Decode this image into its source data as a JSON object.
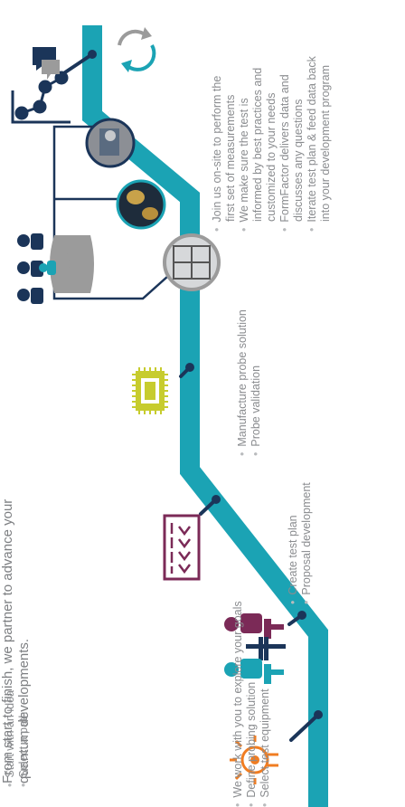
{
  "intro": {
    "line1": "From start to finish, we partner to advance your",
    "line2": "quantum developments."
  },
  "colors": {
    "road": "#1ba3b4",
    "navy": "#1b3559",
    "plum": "#7b2a57",
    "olive": "#c7cc2e",
    "orange": "#f07d22",
    "gray": "#9b9b9b",
    "teal_icon": "#1ba3b4"
  },
  "stages": [
    {
      "icon": "idea-bulb-icon",
      "bullets": [
        "Start with an idea",
        "Select a path"
      ]
    },
    {
      "icon": "people-collaborating-icon",
      "bullets": [
        "We work with you to explore your goals",
        "Define probing solution",
        "Select test equipment"
      ]
    },
    {
      "icon": "test-plan-board-icon",
      "bullets": [
        "Create test plan",
        "Proposal development"
      ]
    },
    {
      "icon": "probe-chip-icon",
      "bullets": [
        "Manufacture probe solution",
        "Probe validation"
      ]
    },
    {
      "icon": "onsite-team-icon",
      "bullets": [
        {
          "lines": [
            "Join us on-site to perform the",
            "first set of measurements"
          ]
        },
        {
          "lines": [
            "We make sure the test is",
            "informed by best practices and",
            "customized to your needs"
          ]
        },
        {
          "lines": [
            "FormFactor delivers data and",
            "discusses any questions"
          ]
        },
        {
          "lines": [
            "Iterate test plan & feed data back",
            "into your development program"
          ]
        }
      ]
    }
  ]
}
